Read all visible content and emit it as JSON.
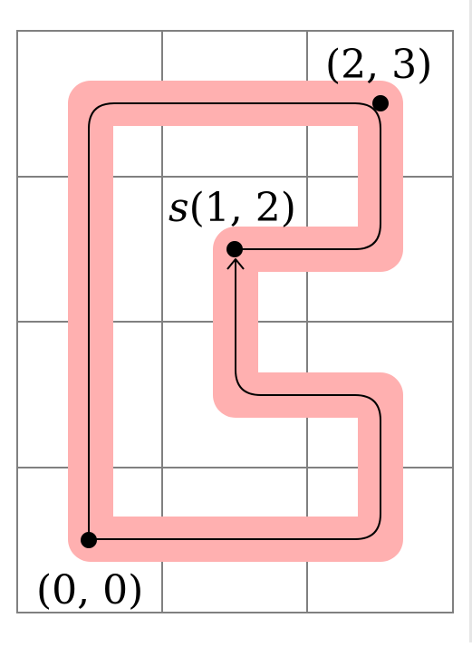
{
  "diagram": {
    "grid": {
      "columns": 3,
      "rows": 4,
      "line_color": "#808080"
    },
    "highlight_color": "#ffb0b0",
    "path_color": "#000000",
    "labels": {
      "top_right": "(2, 3)",
      "middle_prefix": "s",
      "middle_coords": "(1, 2)",
      "bottom_left": "(0, 0)"
    }
  }
}
